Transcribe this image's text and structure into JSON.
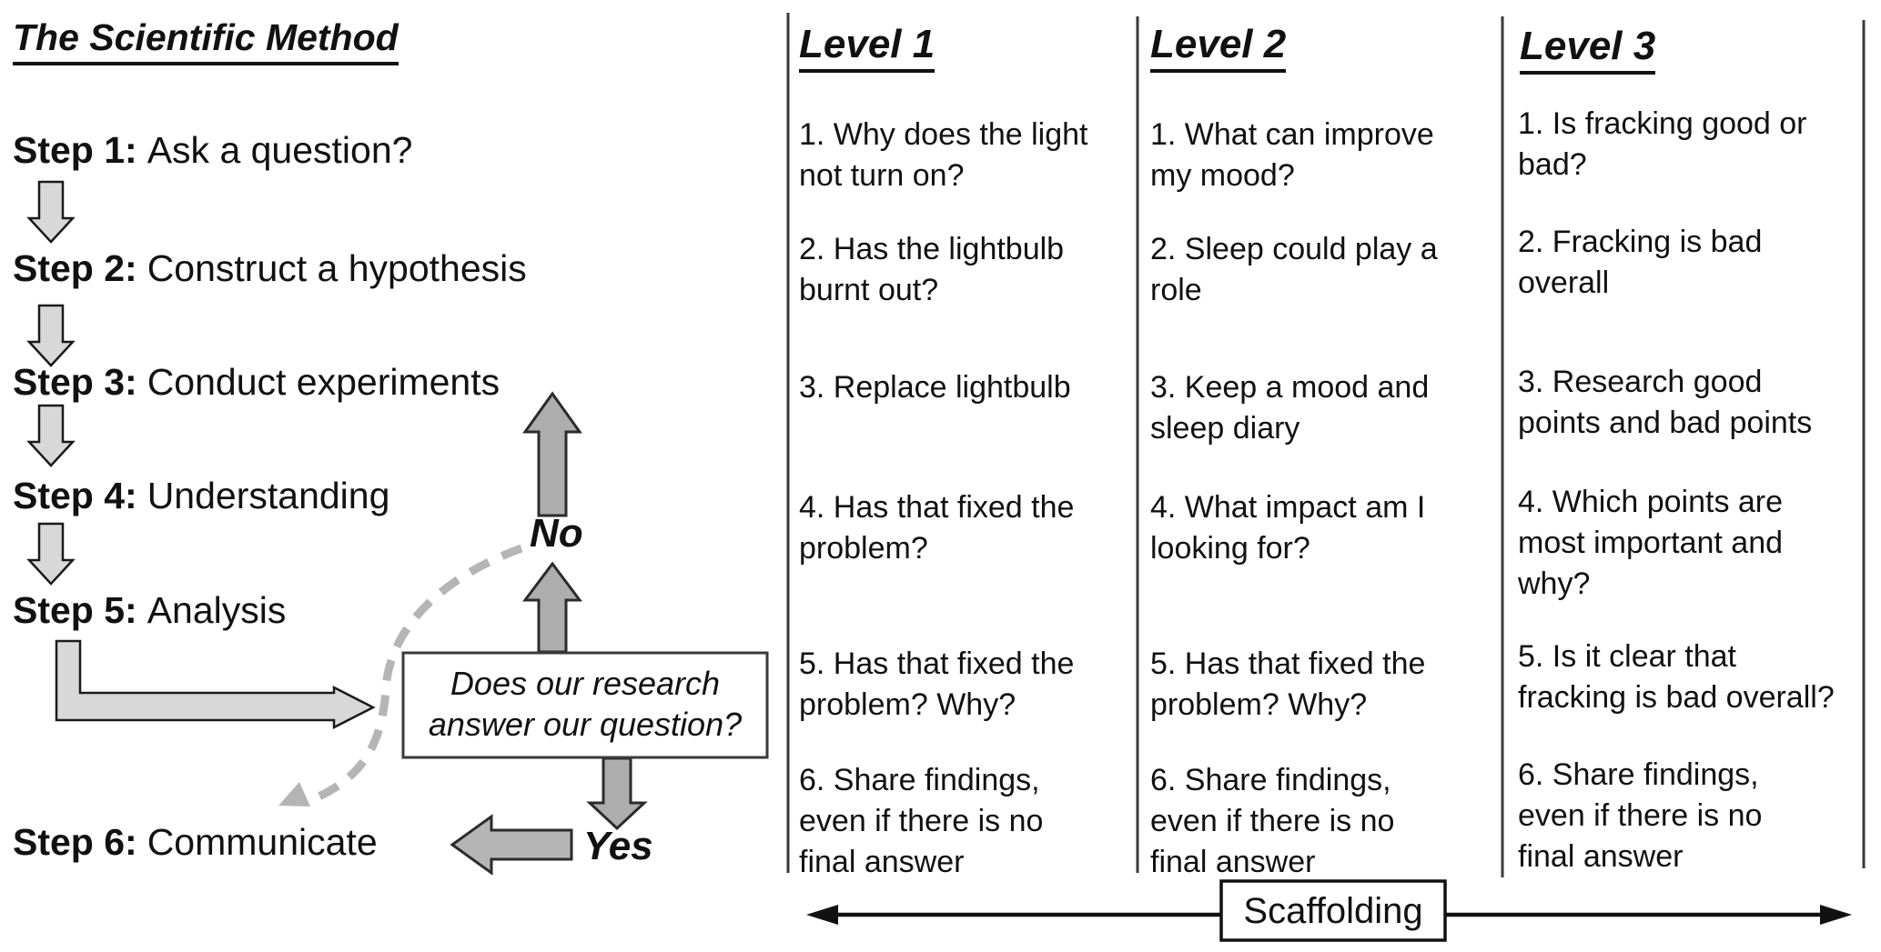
{
  "flowchart": {
    "title": "The Scientific Method",
    "steps": [
      {
        "label": "Step 1:",
        "text": "Ask a question?"
      },
      {
        "label": "Step 2:",
        "text": "Construct a hypothesis"
      },
      {
        "label": "Step 3:",
        "text": "Conduct experiments"
      },
      {
        "label": "Step 4:",
        "text": "Understanding"
      },
      {
        "label": "Step 5:",
        "text": "Analysis"
      },
      {
        "label": "Step 6:",
        "text": "Communicate"
      }
    ],
    "decision_box_lines": [
      "Does our research",
      "answer our question?"
    ],
    "no_label": "No",
    "yes_label": "Yes"
  },
  "columns": [
    {
      "header": "Level 1",
      "items": [
        [
          "1. Why does the light",
          "not turn on?"
        ],
        [
          "2. Has the lightbulb",
          "burnt out?"
        ],
        [
          "3. Replace lightbulb"
        ],
        [
          "4. Has that fixed the",
          "problem?"
        ],
        [
          "5. Has that fixed the",
          "problem? Why?"
        ],
        [
          "6. Share findings,",
          "even if there is no",
          "final answer"
        ]
      ]
    },
    {
      "header": "Level 2",
      "items": [
        [
          "1. What can improve",
          "my mood?"
        ],
        [
          "2. Sleep could play a",
          "role"
        ],
        [
          "3. Keep a mood and",
          "sleep diary"
        ],
        [
          "4. What impact am I",
          "looking for?"
        ],
        [
          "5. Has that fixed the",
          "problem? Why?"
        ],
        [
          "6. Share findings,",
          "even if there is no",
          "final answer"
        ]
      ]
    },
    {
      "header": "Level 3",
      "items": [
        [
          "1. Is fracking good or",
          "bad?"
        ],
        [
          "2. Fracking is bad",
          "overall"
        ],
        [
          "3. Research good",
          "points and bad points"
        ],
        [
          "4. Which points are",
          "most important and",
          "why?"
        ],
        [
          "5. Is it clear that",
          "fracking is bad overall?"
        ],
        [
          "6. Share findings,",
          "even if there is no",
          "final answer"
        ]
      ]
    }
  ],
  "scaffolding_label": "Scaffolding",
  "colors": {
    "background": "#ffffff",
    "text": "#111111",
    "arrow_light_fill": "#d8d8d8",
    "arrow_medium_fill": "#adadad",
    "arrow_dashed": "#b5b5b5",
    "outline": "#1a1a1a",
    "divider": "#3a3a3a"
  }
}
